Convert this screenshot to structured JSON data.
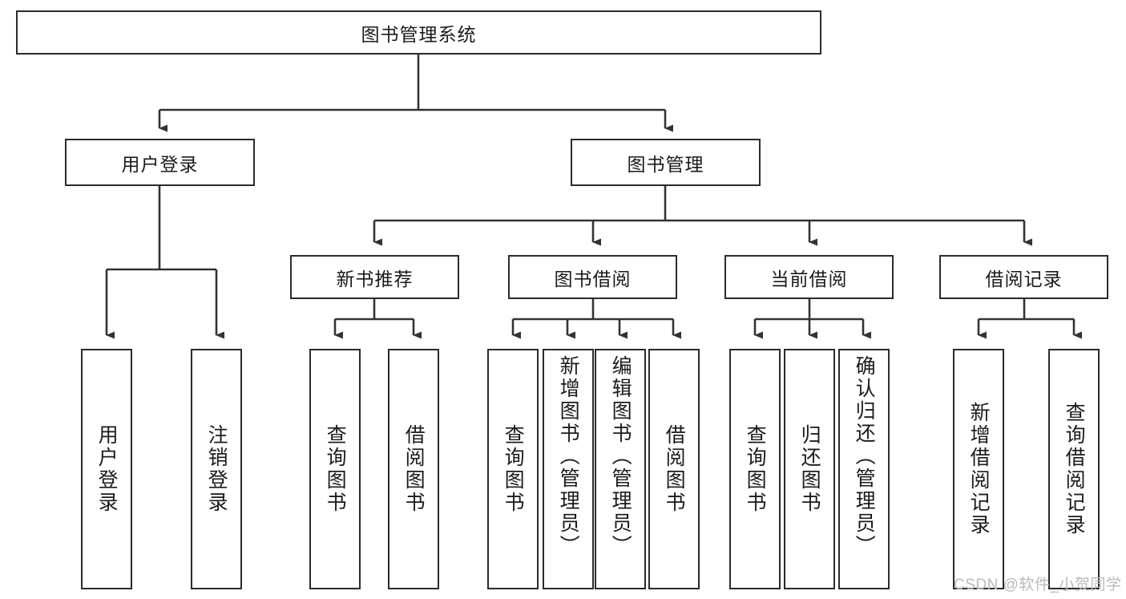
{
  "diagram": {
    "type": "tree-hierarchy",
    "title": "图书管理系统",
    "root": {
      "id": "root",
      "label": "图书管理系统"
    },
    "level1": [
      {
        "id": "user-login",
        "label": "用户登录"
      },
      {
        "id": "book-manage",
        "label": "图书管理"
      }
    ],
    "level2": [
      {
        "id": "new-book-recommend",
        "label": "新书推荐",
        "parent": "book-manage"
      },
      {
        "id": "book-borrow",
        "label": "图书借阅",
        "parent": "book-manage"
      },
      {
        "id": "current-borrow",
        "label": "当前借阅",
        "parent": "book-manage"
      },
      {
        "id": "borrow-record",
        "label": "借阅记录",
        "parent": "book-manage"
      }
    ],
    "leaves": [
      {
        "id": "leaf-user-login",
        "label": "用户登录",
        "parent": "user-login"
      },
      {
        "id": "leaf-logout",
        "label": "注销登录",
        "parent": "user-login"
      },
      {
        "id": "leaf-query-book-1",
        "label": "查询图书",
        "parent": "new-book-recommend"
      },
      {
        "id": "leaf-borrow-book-1",
        "label": "借阅图书",
        "parent": "new-book-recommend"
      },
      {
        "id": "leaf-query-book-2",
        "label": "查询图书",
        "parent": "book-borrow"
      },
      {
        "id": "leaf-add-book",
        "label": "新增图书（管理员）",
        "parent": "book-borrow"
      },
      {
        "id": "leaf-edit-book",
        "label": "编辑图书（管理员）",
        "parent": "book-borrow"
      },
      {
        "id": "leaf-borrow-book-2",
        "label": "借阅图书",
        "parent": "book-borrow"
      },
      {
        "id": "leaf-query-book-3",
        "label": "查询图书",
        "parent": "current-borrow"
      },
      {
        "id": "leaf-return-book",
        "label": "归还图书",
        "parent": "current-borrow"
      },
      {
        "id": "leaf-confirm-return",
        "label": "确认归还（管理员）",
        "parent": "current-borrow"
      },
      {
        "id": "leaf-add-record",
        "label": "新增借阅记录",
        "parent": "borrow-record"
      },
      {
        "id": "leaf-query-record",
        "label": "查询借阅记录",
        "parent": "borrow-record"
      }
    ],
    "colors": {
      "box_border": "#2b2b2b",
      "box_fill": "#ffffff",
      "connector": "#333333",
      "text": "#1b1b1b",
      "watermark": "#b9b9b9",
      "background": "#ffffff"
    }
  },
  "watermark": {
    "text": "CSDN @软件_小贺同学"
  }
}
